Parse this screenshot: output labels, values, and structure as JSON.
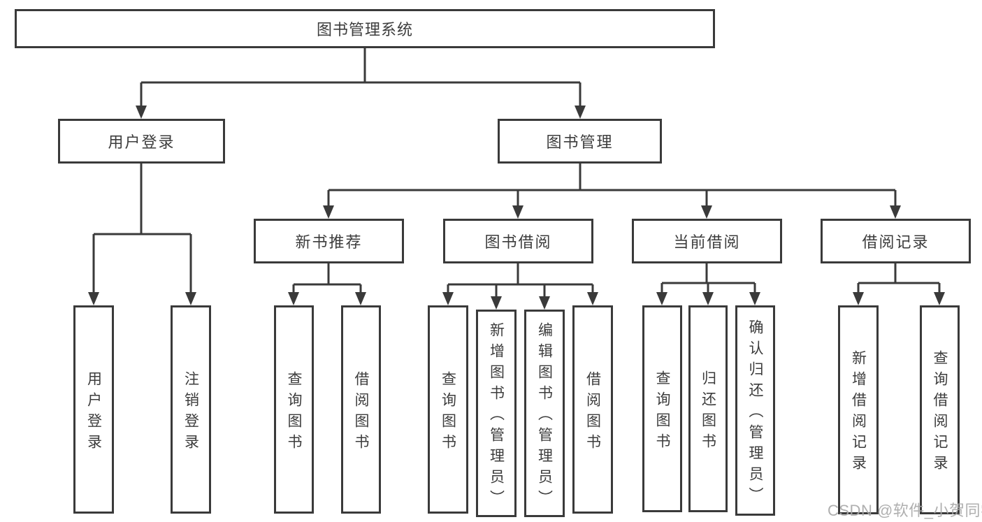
{
  "diagram": {
    "root": {
      "label": "图书管理系统"
    },
    "user_login": {
      "label": "用户登录",
      "children": {
        "login": {
          "label": "用户登录"
        },
        "logout": {
          "label": "注销登录"
        }
      }
    },
    "book_management": {
      "label": "图书管理",
      "sections": {
        "new_book_recommend": {
          "label": "新书推荐",
          "children": {
            "query_books": {
              "label": "查询图书"
            },
            "borrow_books": {
              "label": "借阅图书"
            }
          }
        },
        "book_borrowing": {
          "label": "图书借阅",
          "children": {
            "query_books": {
              "label": "查询图书"
            },
            "add_books_admin": {
              "label": "新增图书（管理员）"
            },
            "edit_books_admin": {
              "label": "编辑图书（管理员）"
            },
            "borrow_books": {
              "label": "借阅图书"
            }
          }
        },
        "current_borrowing": {
          "label": "当前借阅",
          "children": {
            "query_books": {
              "label": "查询图书"
            },
            "return_books": {
              "label": "归还图书"
            },
            "confirm_return_admin": {
              "label": "确认归还（管理员）"
            }
          }
        },
        "borrowing_records": {
          "label": "借阅记录",
          "children": {
            "add_borrow_record": {
              "label": "新增借阅记录"
            },
            "query_borrow_record": {
              "label": "查询借阅记录"
            }
          }
        }
      }
    },
    "colors": {
      "line": "#3a3a3a",
      "box_fill": "#ffffff",
      "text": "#3c3c3c"
    }
  },
  "watermark": {
    "text": "CSDN @软件_小贺同学",
    "color": "#a8a8a8"
  }
}
